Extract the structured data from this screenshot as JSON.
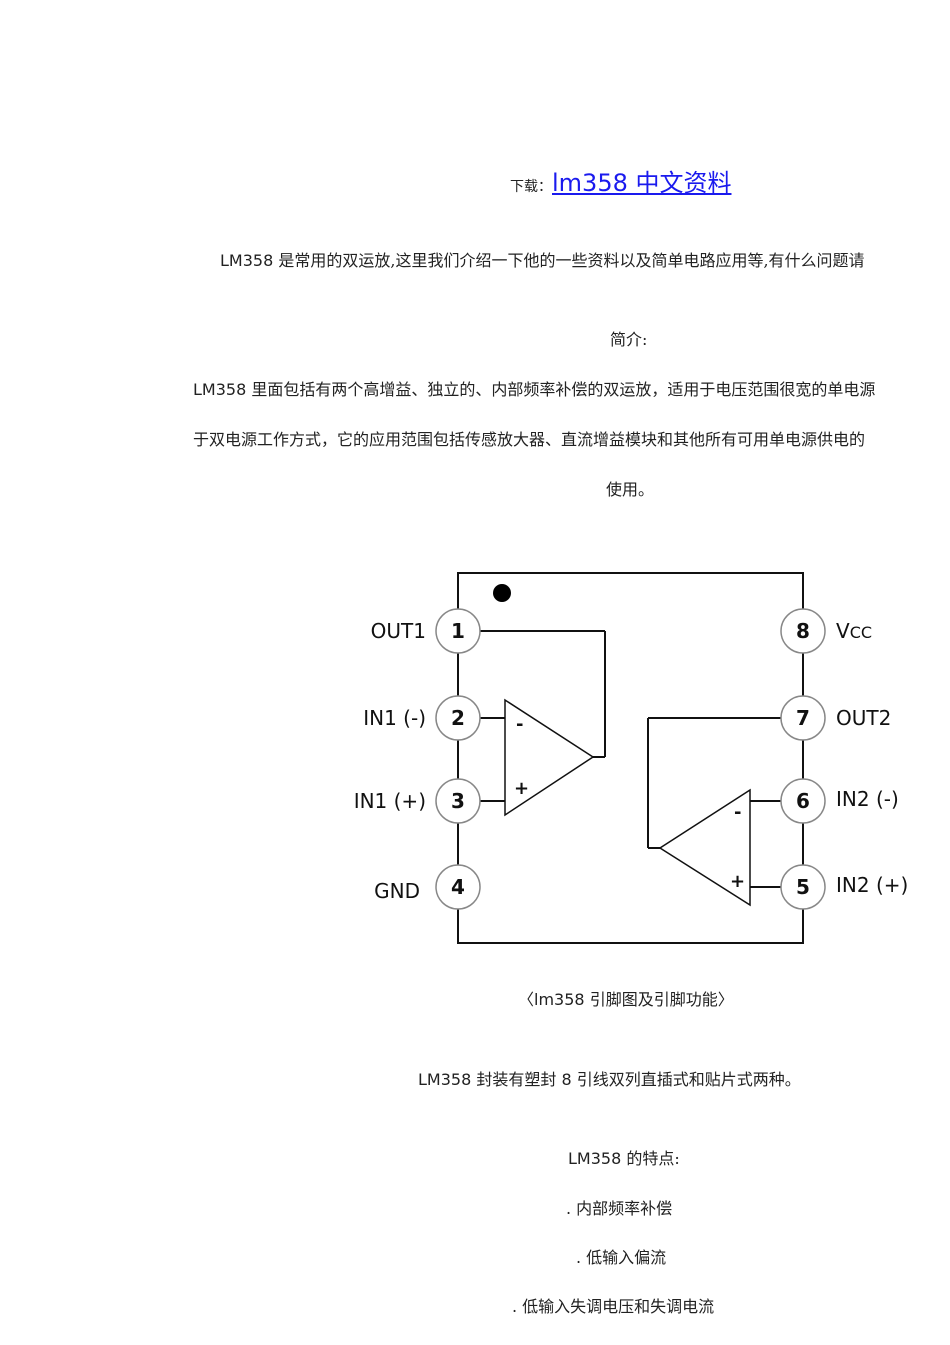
{
  "download": {
    "prefix": "下载：",
    "link_text": "lm358 中文资料"
  },
  "intro_line": {
    "lead": "LM358",
    "text": "是常用的双运放,这里我们介绍一下他的一些资料以及简单电路应用等,有什么问题请"
  },
  "section_intro": {
    "heading": "简介:",
    "para_line1_lead": "LM358",
    "para_line1": "里面包括有两个高增益、独立的、内部频率补偿的双运放，适用于电压范围很宽的单电源",
    "para_line2": "于双电源工作方式，它的应用范围包括传感放大器、直流增益模块和其他所有可用单电源供电的",
    "para_line3": "使用。"
  },
  "diagram": {
    "pins": [
      {
        "num": "1",
        "label": "OUT1"
      },
      {
        "num": "2",
        "label": "IN1 (-)"
      },
      {
        "num": "3",
        "label": "IN1 (+)"
      },
      {
        "num": "4",
        "label": "GND"
      },
      {
        "num": "8",
        "label": "VCC"
      },
      {
        "num": "7",
        "label": "OUT2"
      },
      {
        "num": "6",
        "label": "IN2 (-)"
      },
      {
        "num": "5",
        "label": "IN2 (+)"
      }
    ],
    "minus_sign": "-",
    "plus_sign": "+",
    "caption_open": "〈",
    "caption_lead": "lm358",
    "caption_text": "引脚图及引脚功能〉"
  },
  "package_line": {
    "lead": "LM358",
    "text_a": "封装有塑封",
    "num": "8",
    "text_b": "引线双列直插式和贴片式两种。"
  },
  "features": {
    "heading_lead": "LM358",
    "heading_text": "的特点:",
    "items": [
      ". 内部频率补偿",
      ". 低输入偏流",
      ". 低输入失调电压和失调电流"
    ]
  }
}
